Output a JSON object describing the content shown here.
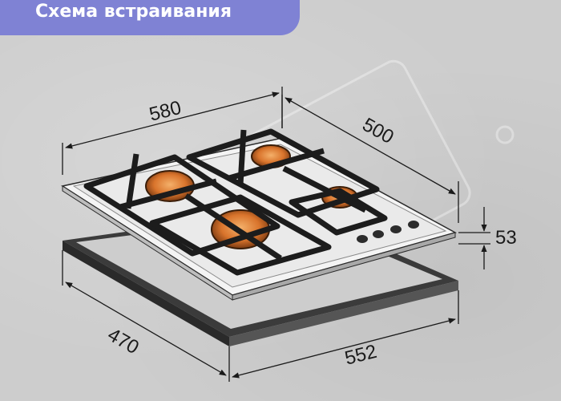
{
  "title": "Схема встраивания",
  "dimensions": {
    "hob_width": "580",
    "hob_depth": "500",
    "hob_height": "53",
    "cutout_depth": "470",
    "cutout_width": "552"
  },
  "colors": {
    "banner": "#7f82d4",
    "background": "#cdcdcd",
    "grate": "#1c1c1c",
    "burner": "#e0823a"
  }
}
